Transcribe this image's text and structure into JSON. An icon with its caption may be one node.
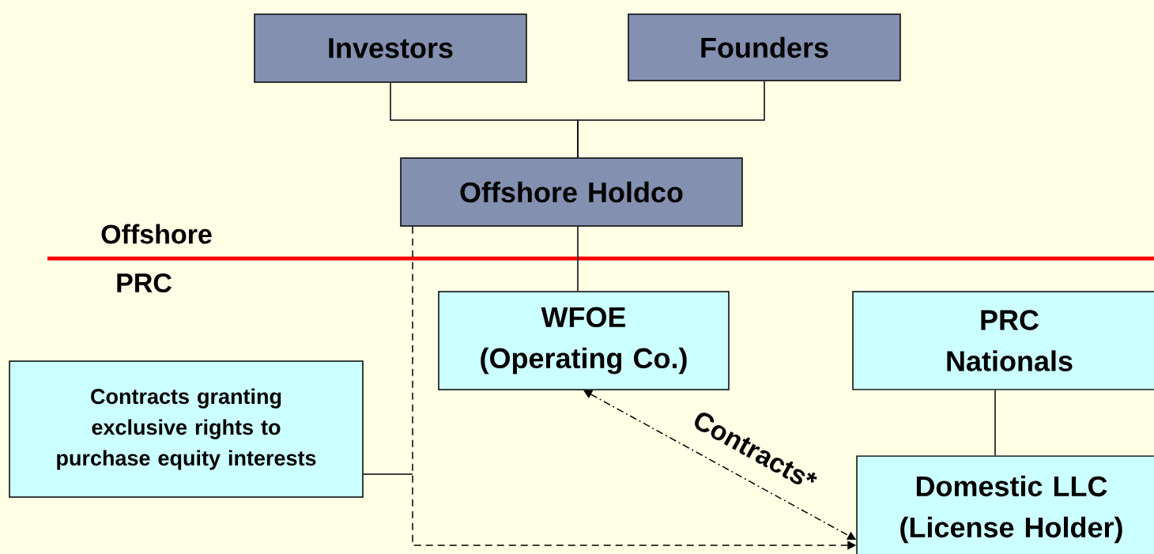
{
  "diagram": {
    "nodes": [
      {
        "text": [
          "Investors"
        ]
      },
      {
        "text": [
          "Founders"
        ]
      },
      {
        "text": [
          "Offshore Holdco"
        ]
      },
      {
        "text": [
          "WFOE",
          "(Operating Co.)"
        ]
      },
      {
        "text": [
          "PRC Nationals"
        ]
      },
      {
        "text": [
          "Domestic LLC",
          "(License Holder)"
        ]
      },
      {
        "text": [
          "Contracts granting exclusive rights to purchase equity interests"
        ]
      }
    ],
    "edges": [
      {
        "from": 0,
        "to": 2,
        "arrow": "none"
      },
      {
        "from": 1,
        "to": 2,
        "arrow": "none"
      },
      {
        "from": 2,
        "to": 3,
        "arrow": "none"
      },
      {
        "from": 4,
        "to": 5,
        "arrow": "none"
      },
      {
        "from": 3,
        "to": 5,
        "arrow": "both",
        "label": "Contracts*",
        "style": "dashed"
      },
      {
        "from": 2,
        "to": 5,
        "arrow": "to",
        "style": "dashed"
      },
      {
        "from": 6,
        "to": null,
        "arrow": "none"
      }
    ],
    "labels": [
      "Offshore",
      "PRC"
    ]
  }
}
